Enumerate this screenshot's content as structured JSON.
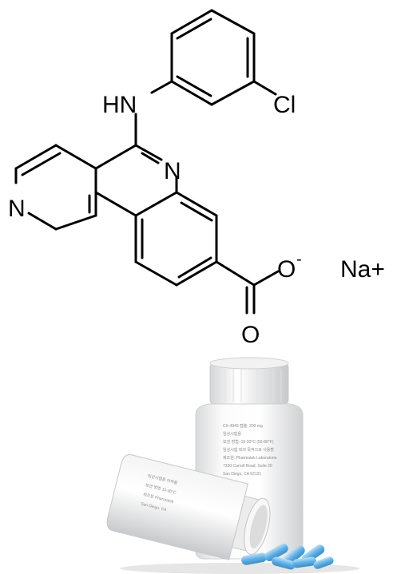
{
  "structure": {
    "atoms": {
      "amine": "HN",
      "chlorine": "Cl",
      "ring_n_1": "N",
      "ring_n_2": "N",
      "carboxylate_o": "O",
      "carboxylate_charge": "-",
      "carbonyl_o": "O",
      "counterion": "Na+"
    }
  },
  "product_photo": {
    "upright_bottle_label": [
      "CX-4945 캡슐, 200 mg",
      "임상시험용",
      "보관 방법: 15-30°C (59-86°F)",
      "임상시험 외의 목적으로 사용할",
      "제조원: Pharmatek Laboratorie",
      "7330 Carroll Road, Suite 20",
      "San Diego, CA 92121"
    ],
    "lying_bottle_label": [
      "임상시험용 의약품",
      "보관 방법 15-30°C",
      "제조원 Pharmatek",
      "San Diego, CA"
    ],
    "capsule_color": "#6fb8e6"
  }
}
